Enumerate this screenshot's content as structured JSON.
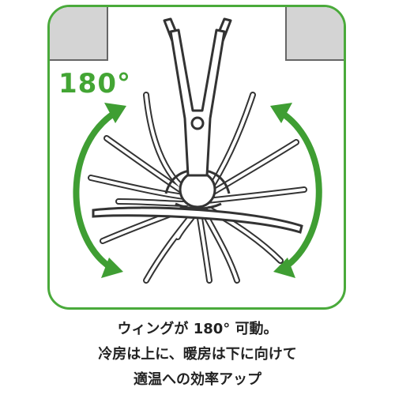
{
  "angle_label": "180°",
  "caption": {
    "line1": "ウィングが 180° 可動。",
    "line2": "冷房は上に、暖房は下に向けて",
    "line3": "適温への効率アップ"
  },
  "colors": {
    "frame": "#4aaa3b",
    "arrow": "#3f9e33",
    "bracket": "#d4d4d4",
    "text": "#222222"
  }
}
